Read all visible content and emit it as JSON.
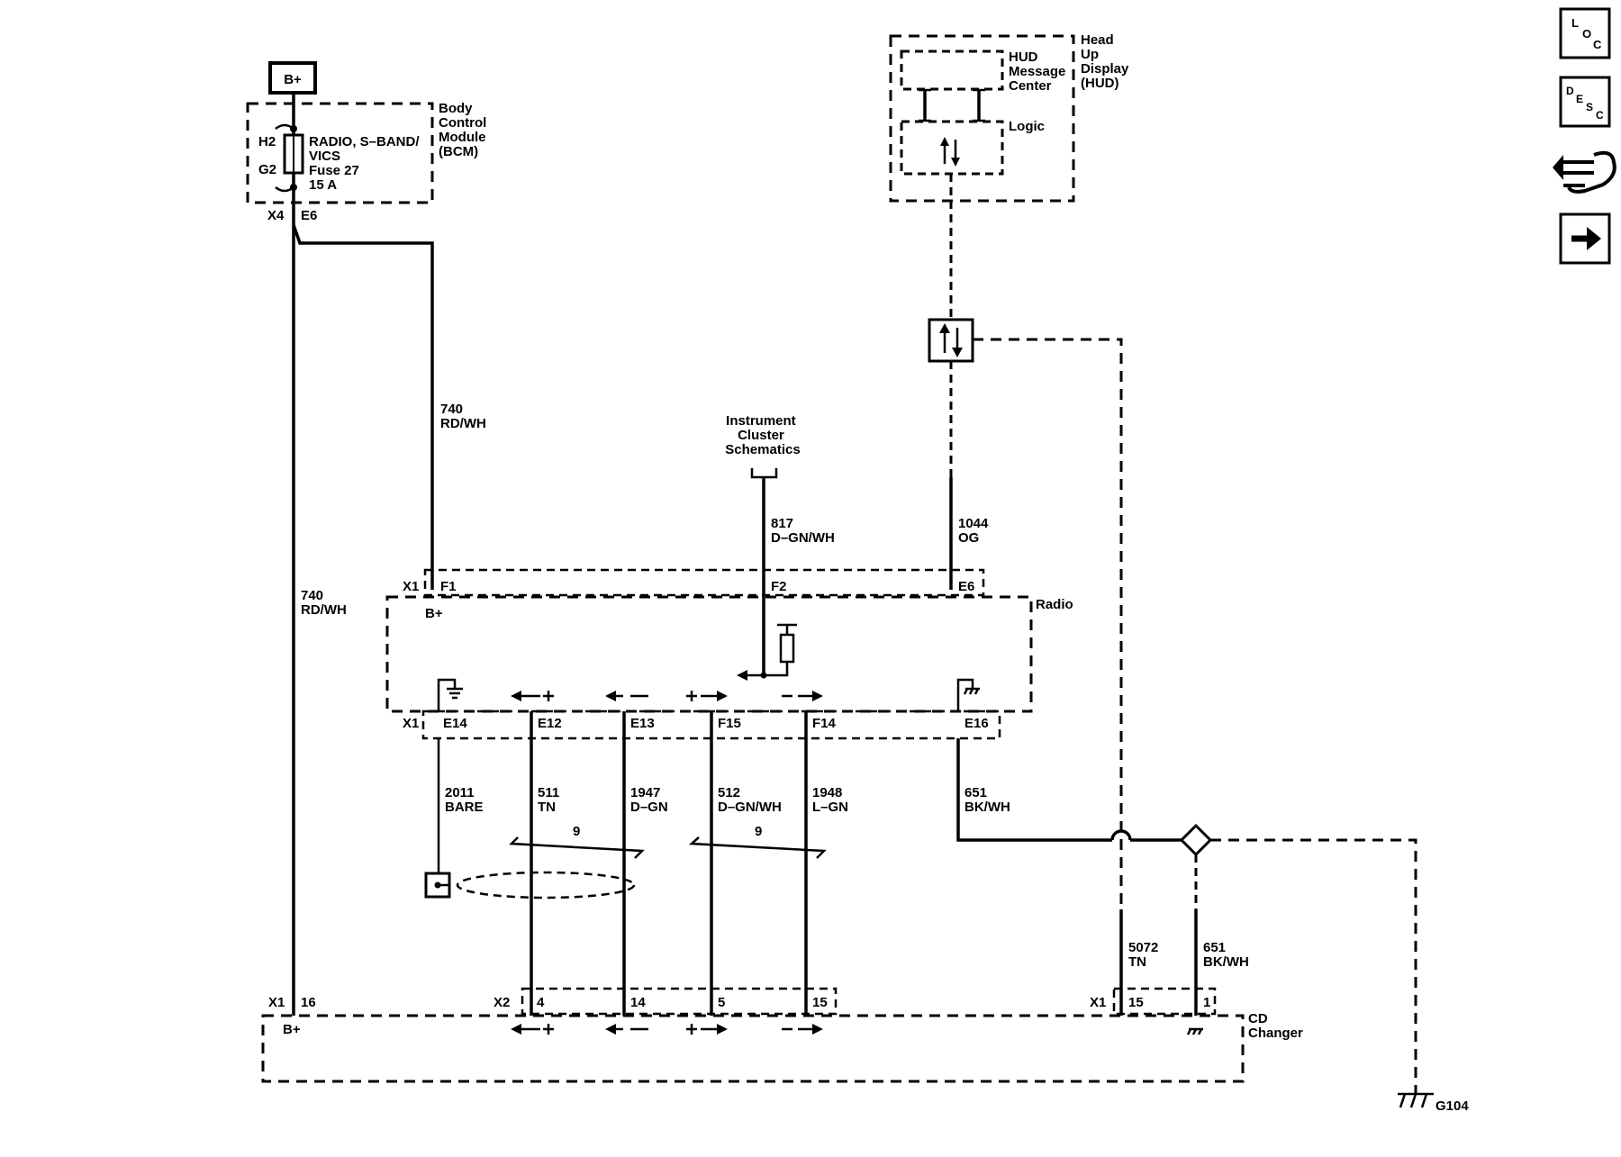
{
  "power": {
    "label": "B+"
  },
  "bcm": {
    "name_lines": [
      "Body",
      "Control",
      "Module",
      "(BCM)"
    ],
    "fuse_lines": [
      "RADIO, S–BAND/",
      "VICS",
      "Fuse 27",
      "15 A"
    ],
    "pin_top": "H2",
    "pin_bottom": "G2",
    "conn_left": "X4",
    "conn_right": "E6"
  },
  "hud": {
    "name_lines": [
      "Head",
      "Up",
      "Display",
      "(HUD)"
    ],
    "msg_lines": [
      "HUD",
      "Message",
      "Center"
    ],
    "logic": "Logic"
  },
  "instrument": {
    "lines": [
      "Instrument",
      "Cluster",
      "Schematics"
    ]
  },
  "wires": {
    "w740a": {
      "num": "740",
      "color": "RD/WH"
    },
    "w740b": {
      "num": "740",
      "color": "RD/WH"
    },
    "w817": {
      "num": "817",
      "color": "D–GN/WH"
    },
    "w1044": {
      "num": "1044",
      "color": "OG"
    },
    "w2011": {
      "num": "2011",
      "color": "BARE"
    },
    "w511": {
      "num": "511",
      "color": "TN"
    },
    "w1947": {
      "num": "1947",
      "color": "D–GN"
    },
    "w512": {
      "num": "512",
      "color": "D–GN/WH"
    },
    "w1948": {
      "num": "1948",
      "color": "L–GN"
    },
    "w651a": {
      "num": "651",
      "color": "BK/WH"
    },
    "w5072": {
      "num": "5072",
      "color": "TN"
    },
    "w651b": {
      "num": "651",
      "color": "BK/WH"
    }
  },
  "radio": {
    "name": "Radio",
    "top_conn": "X1",
    "pins_top": [
      "F1",
      "F2",
      "E6"
    ],
    "bplus": "B+",
    "bot_conn": "X1",
    "pins_bottom": [
      "E14",
      "E12",
      "E13",
      "F15",
      "F14",
      "E16"
    ]
  },
  "twist_a": "9",
  "twist_b": "9",
  "cd": {
    "name_lines": [
      "CD",
      "Changer"
    ],
    "conn_x1": "X1",
    "pin_16": "16",
    "bplus": "B+",
    "conn_x2": "X2",
    "pins_x2": [
      "4",
      "14",
      "5",
      "15"
    ],
    "conn_x1b": "X1",
    "pins_x1b": [
      "15",
      "1"
    ]
  },
  "ground": {
    "label": "G104"
  },
  "side_icons": [
    {
      "name": "loc",
      "letters": [
        "L",
        "O",
        "C"
      ]
    },
    {
      "name": "desc",
      "letters": [
        "D",
        "E",
        "S",
        "C"
      ]
    },
    {
      "name": "connector-wrench"
    },
    {
      "name": "next-arrow"
    }
  ]
}
